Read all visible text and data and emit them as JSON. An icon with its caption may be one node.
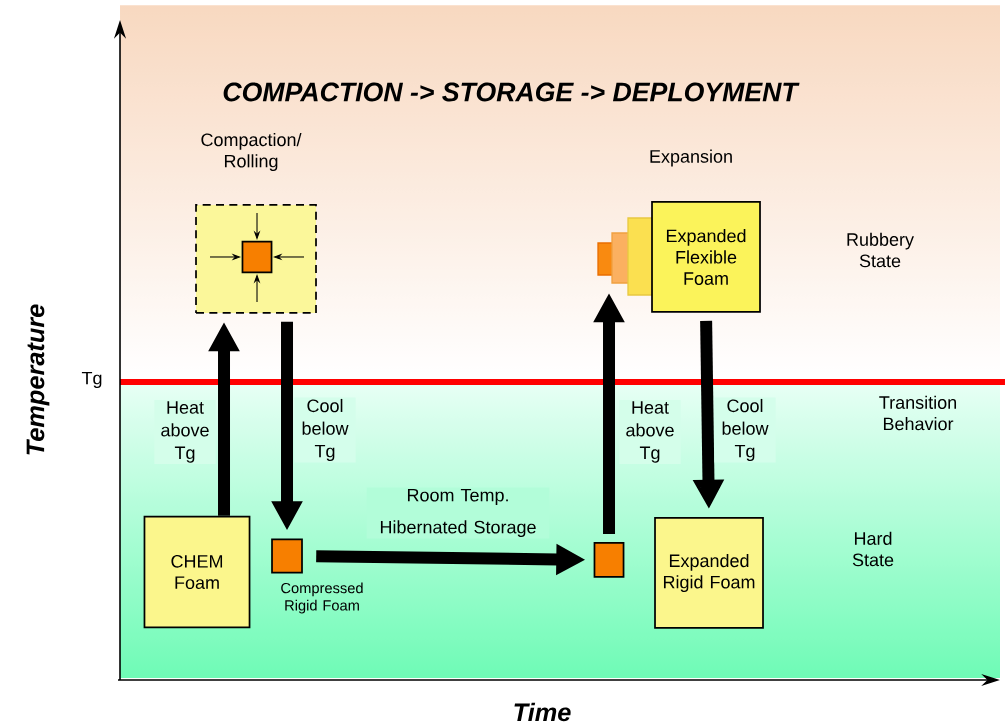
{
  "diagram": {
    "title": "COMPACTION -> STORAGE -> DEPLOYMENT",
    "nodes": [
      {
        "text": [
          "CHEM Foam"
        ]
      },
      {
        "text": [
          "Compaction/ Rolling"
        ]
      },
      {
        "text": [],
        "shape": "box",
        "in": 1
      },
      {
        "text": [],
        "shape": "box",
        "beside": [
          "Compressed Rigid Foam"
        ]
      },
      {
        "text": [],
        "shape": "box"
      },
      {
        "text": [
          "Expansion",
          "Expanded Flexible Foam"
        ]
      },
      {
        "text": [
          "Expanded Rigid Foam"
        ]
      }
    ],
    "edges": [
      {
        "from": 0,
        "to": 1,
        "arrow": "to",
        "label": "Heat above Tg"
      },
      {
        "from": 1,
        "to": 3,
        "arrow": "to",
        "label": "Cool below Tg"
      },
      {
        "from": 3,
        "to": 4,
        "arrow": "to",
        "label": "Room Temp. Hibernated Storage"
      },
      {
        "from": 4,
        "to": 5,
        "arrow": "to",
        "label": "Heat above Tg"
      },
      {
        "from": 5,
        "to": 6,
        "arrow": "to",
        "label": "Cool below Tg"
      }
    ],
    "labels": [
      "Rubbery State",
      "Tg",
      "Transition Behavior",
      "Hard State",
      "Temperature",
      "Time"
    ]
  }
}
